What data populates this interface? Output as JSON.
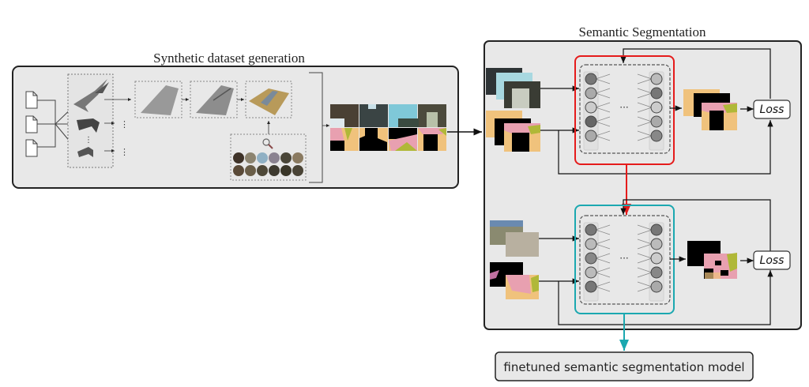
{
  "left_panel": {
    "title": "Synthetic dataset generation",
    "file_icons": 3,
    "material_sphere_colors": [
      [
        "#3e3228",
        "#8c8470",
        "#8fb0c4",
        "#8a8290",
        "#4a4638",
        "#8a7a60"
      ],
      [
        "#5a4a38",
        "#6a5e48",
        "#4e4838",
        "#3e3a30",
        "#3a3628",
        "#4a4436"
      ]
    ],
    "dataset_images": {
      "rgb": [
        "#4a4034",
        "#3a4444",
        "#7fc8d8",
        "#4c4a3c"
      ],
      "seg_colors": {
        "pink": "#e8a0b0",
        "olive": "#b0b838",
        "tan": "#f0c27c",
        "black": "#000000",
        "blue": "#7cc8e0"
      }
    }
  },
  "right_panel": {
    "title": "Semantic Segmentation",
    "loss_label_top": "Loss",
    "loss_label_bottom": "Loss",
    "network_top": {
      "outline_color": "#e51b1b",
      "left_nodes": [
        "#777",
        "#aaa",
        "#ccc",
        "#666",
        "#aaa"
      ],
      "right_nodes": [
        "#bbb",
        "#777",
        "#ccc",
        "#aaa",
        "#888"
      ]
    },
    "network_bottom": {
      "outline_color": "#1ba8b0",
      "left_nodes": [
        "#777",
        "#bbb",
        "#888",
        "#bbb",
        "#777"
      ],
      "right_nodes": [
        "#777",
        "#bbb",
        "#ccc",
        "#888",
        "#aaa"
      ]
    },
    "ellipsis": "···"
  },
  "output": {
    "label": "finetuned semantic segmentation model"
  }
}
